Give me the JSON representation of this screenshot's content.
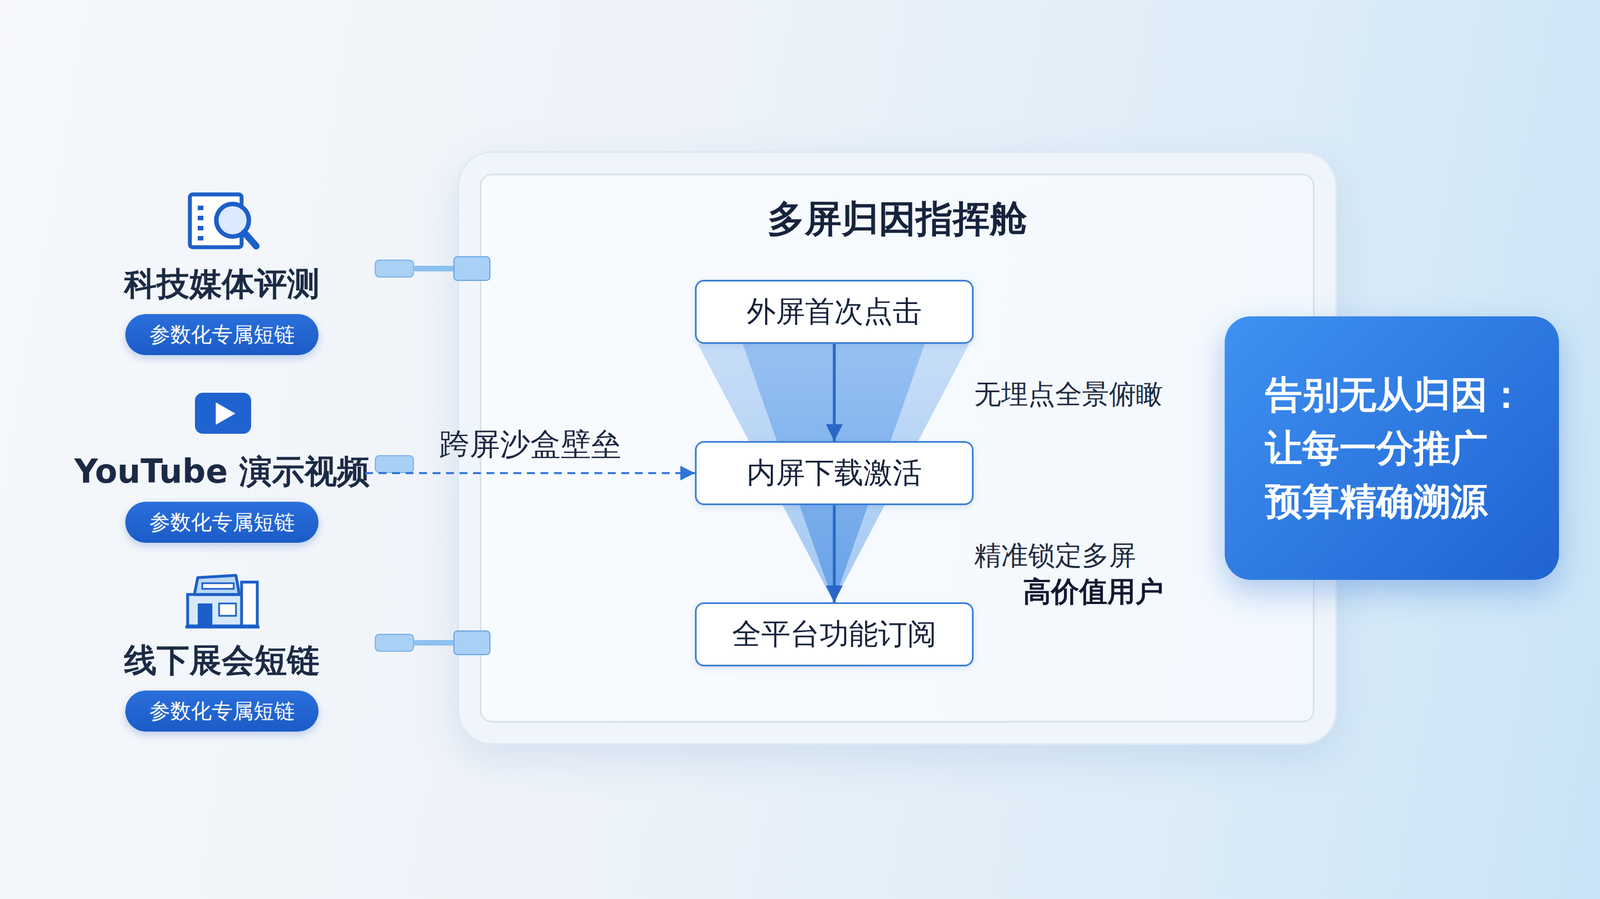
{
  "diagram": {
    "nodes": [
      {
        "text": [
          "科技媒体评测",
          "参数化专属短链"
        ]
      },
      {
        "text": [
          "YouTube 演示视频",
          "参数化专属短链"
        ]
      },
      {
        "text": [
          "线下展会短链",
          "参数化专属短链"
        ]
      },
      {
        "text": [
          "多屏归因指挥舱"
        ]
      },
      {
        "text": [
          "外屏首次点击"
        ],
        "in": 3
      },
      {
        "text": [
          "内屏下载激活"
        ],
        "in": 3
      },
      {
        "text": [
          "全平台功能订阅"
        ],
        "in": 3
      },
      {
        "text": [
          "告别无从归因： 让每一分推广 预算精确溯源"
        ]
      }
    ],
    "edges": [
      {
        "from": 1,
        "to": 5,
        "label": "跨屏沙盒壁垒",
        "arrow": "to"
      },
      {
        "from": 4,
        "to": 5,
        "arrow": "to"
      },
      {
        "from": 5,
        "to": 6,
        "arrow": "to"
      }
    ],
    "labels": [
      "无埋点全景俯瞰",
      "精准锁定多屏",
      "高价值用户"
    ]
  }
}
